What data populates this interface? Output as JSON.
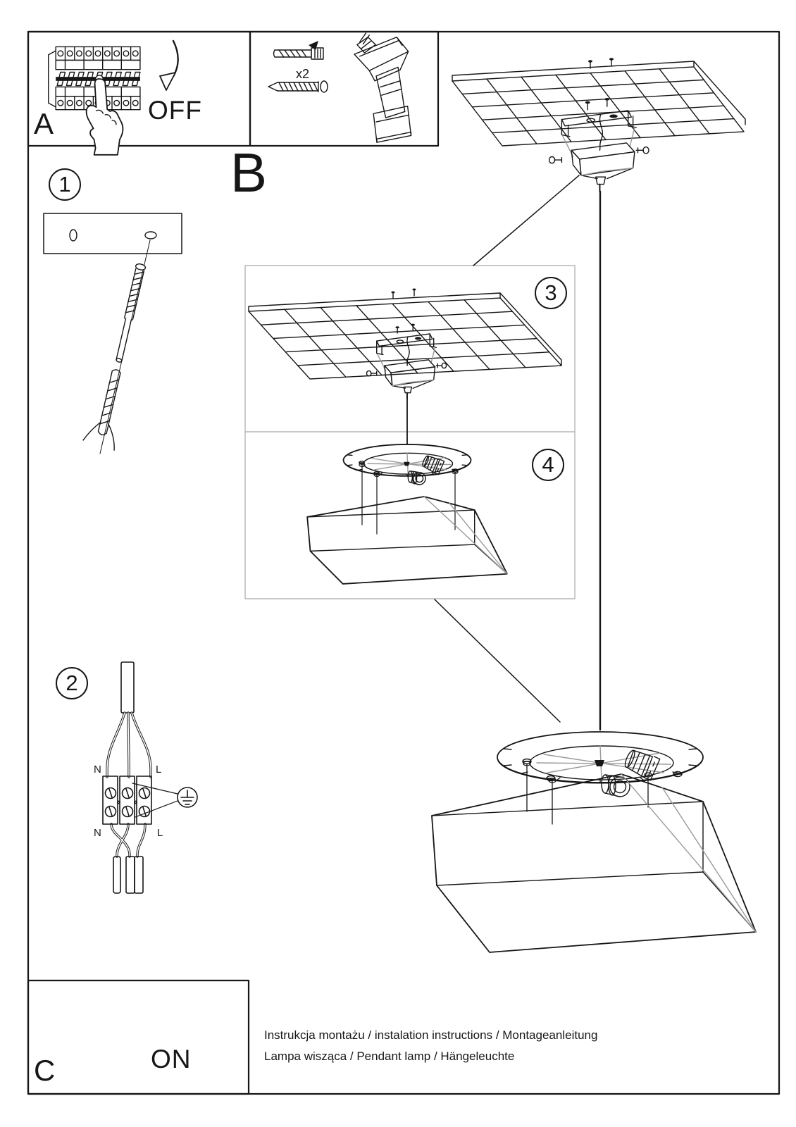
{
  "document": {
    "footer_line1": "Instrukcja montażu / instalation instructions / Montageanleitung",
    "footer_line2": "Lampa wisząca / Pendant lamp / Hängeleuchte"
  },
  "panels": {
    "a": {
      "label": "A",
      "switch_state": "OFF"
    },
    "tools": {
      "count_label": "x2",
      "items": [
        "wall-plug-icon",
        "screw-icon",
        "cordless-drill-icon"
      ]
    },
    "b": {
      "label": "B"
    },
    "c": {
      "label": "C",
      "switch_state": "ON"
    }
  },
  "steps": {
    "s1": {
      "number": "1"
    },
    "s2": {
      "number": "2",
      "terminals": {
        "top_left": "N",
        "top_right": "L",
        "bottom_left": "N",
        "bottom_right": "L"
      }
    },
    "s3": {
      "number": "3"
    },
    "s4": {
      "number": "4"
    }
  },
  "colors": {
    "ink": "#161616",
    "faint": "#9a9a9a",
    "inset_border": "#b5b5b5",
    "paper": "#ffffff"
  }
}
